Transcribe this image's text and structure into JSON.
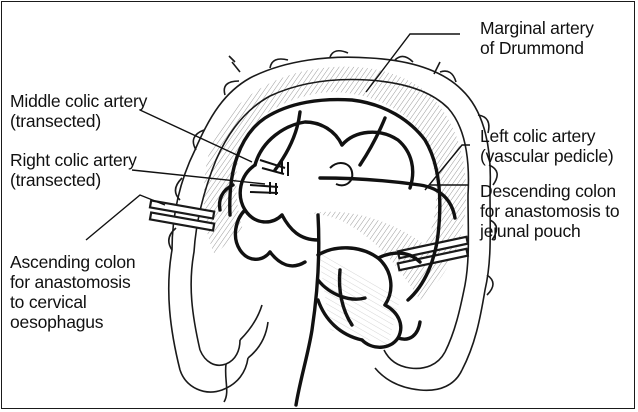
{
  "labels": {
    "marginal_artery": [
      "Marginal artery",
      "of Drummond"
    ],
    "middle_colic": [
      "Middle colic artery",
      "(transected)"
    ],
    "right_colic": [
      "Right colic artery",
      "(transected)"
    ],
    "left_colic": [
      "Left colic artery",
      "(vascular pedicle)"
    ],
    "descending_colon": [
      "Descending colon",
      "for anastomosis to",
      "jejunal pouch"
    ],
    "ascending_colon": [
      "Ascending colon",
      "for anastomosis",
      "to cervical",
      "oesophagus"
    ]
  }
}
